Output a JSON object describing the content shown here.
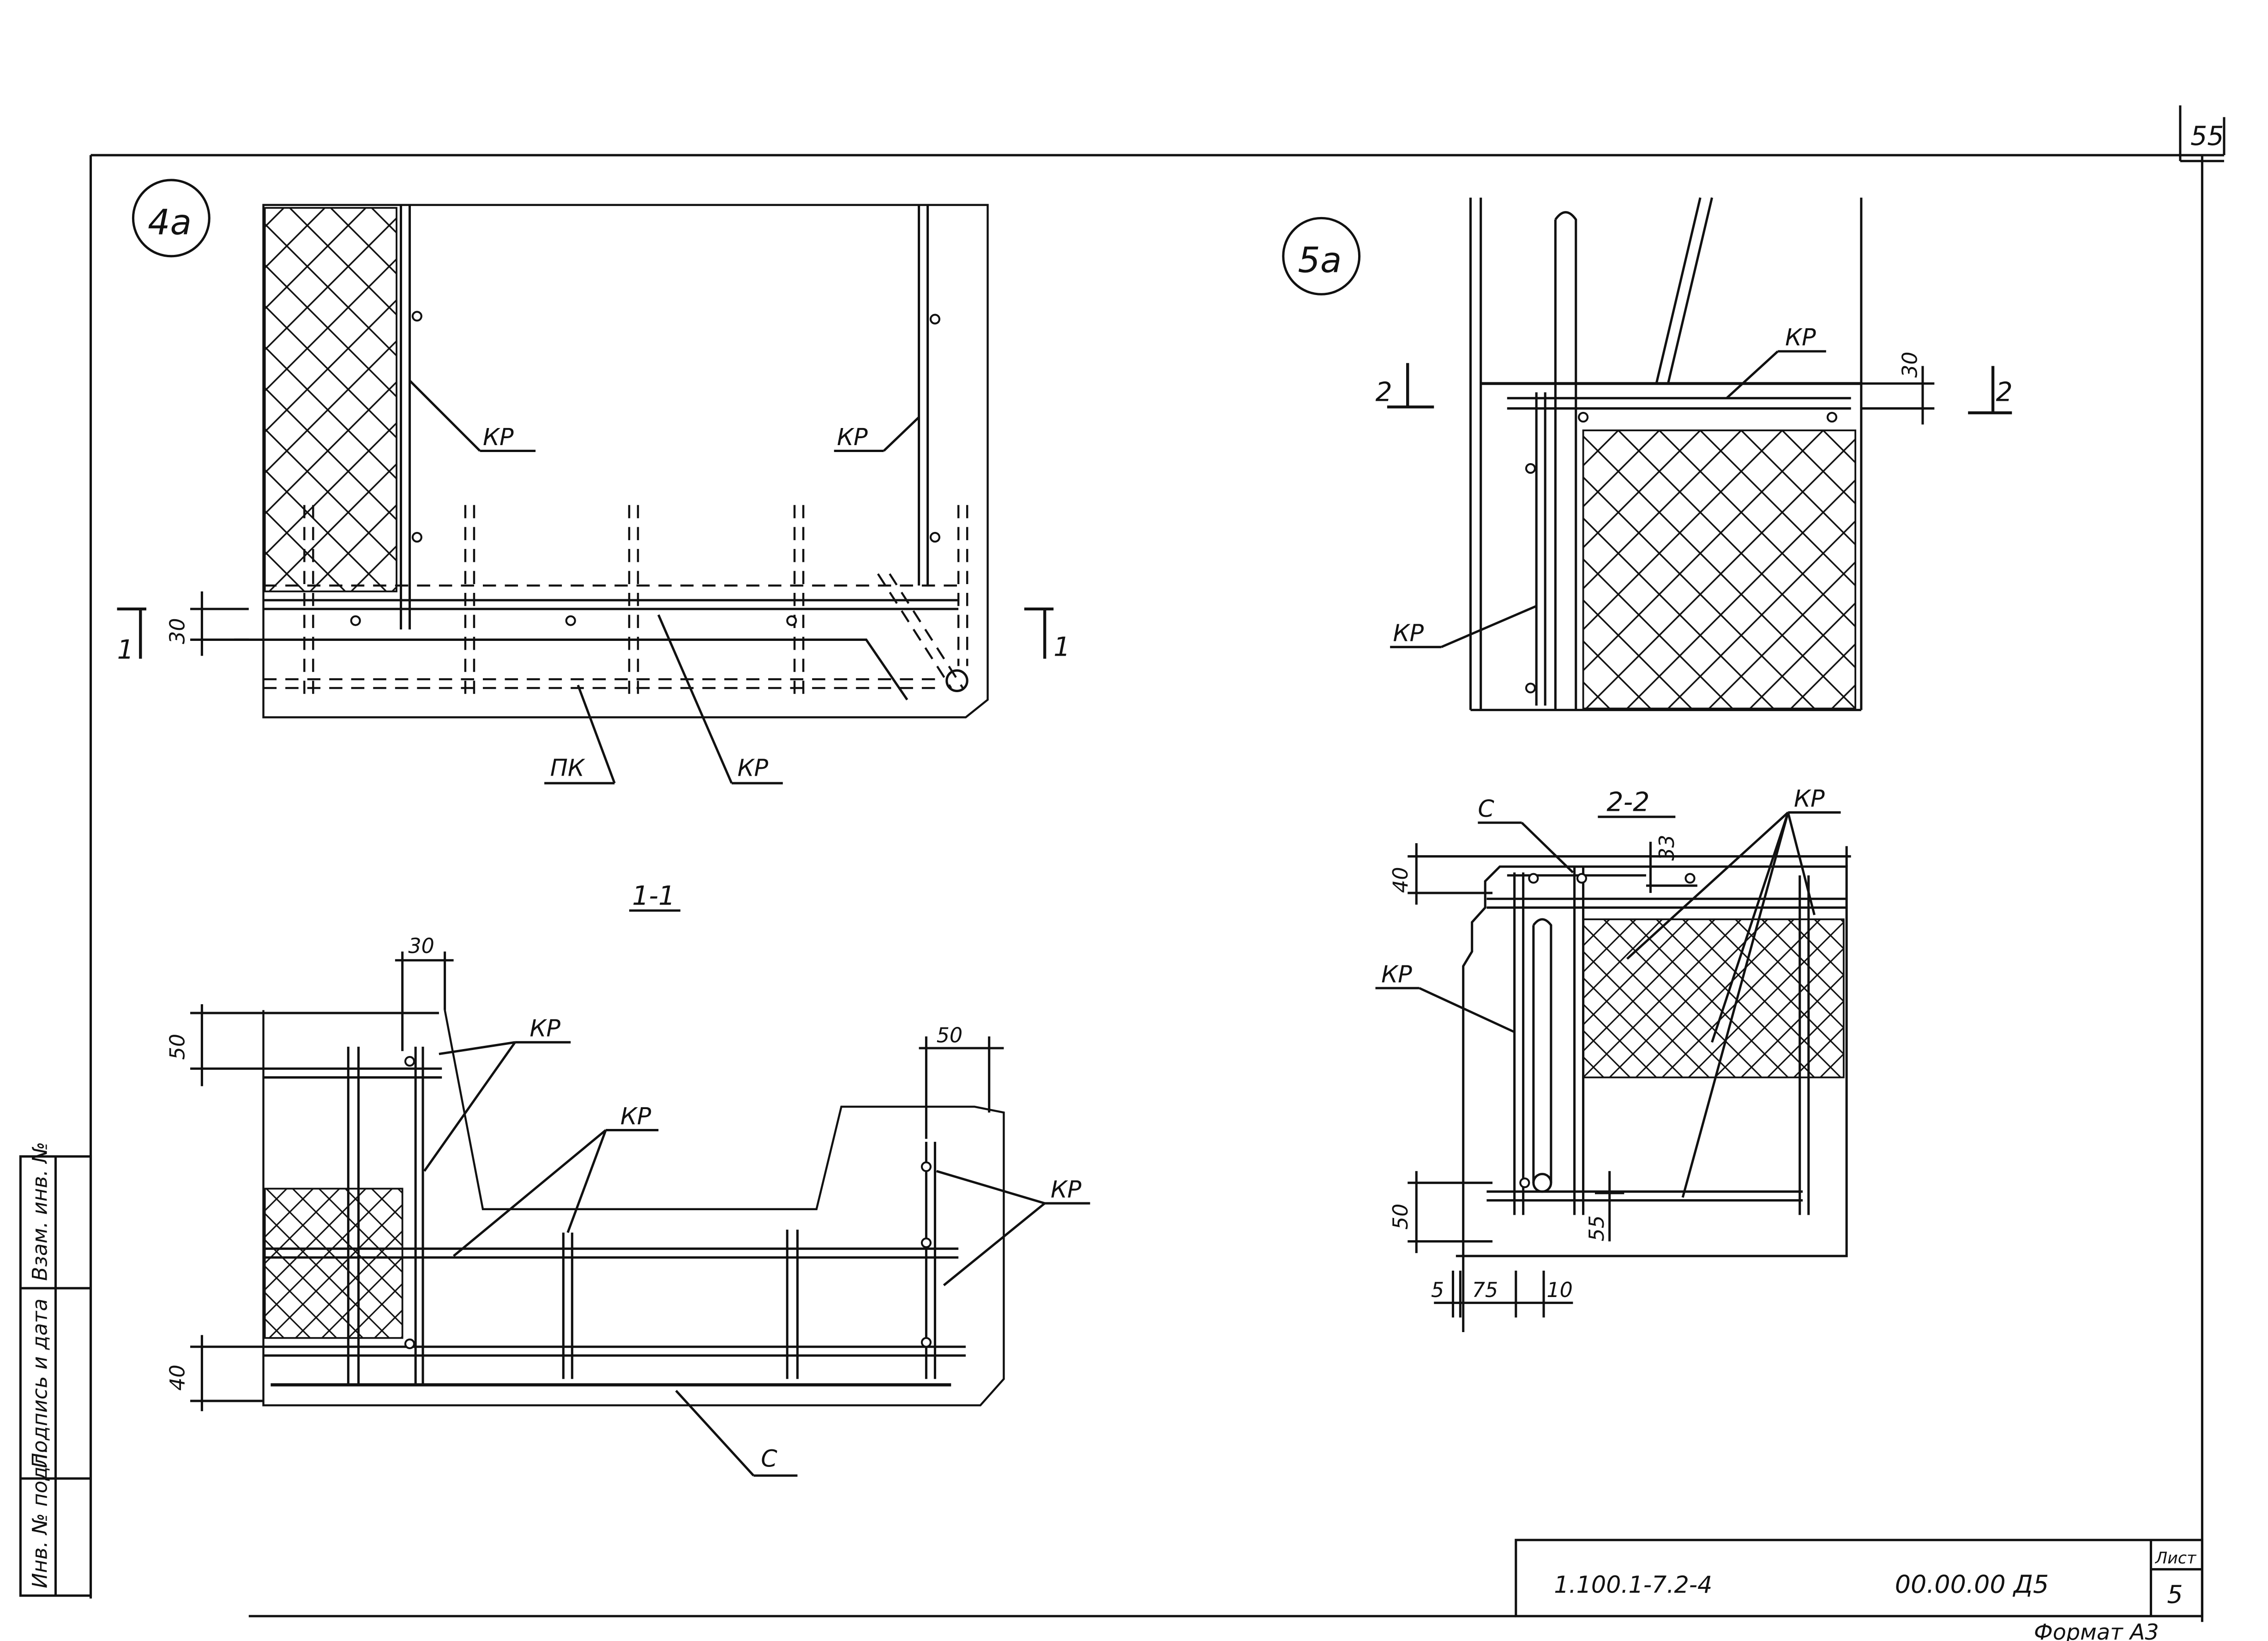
{
  "sheet": {
    "page_number": "55",
    "document_code": "1.100.1-7.2-4",
    "drawing_number": "00.00.00 Д5",
    "list_label": "Лист",
    "list_number": "5",
    "format_label": "Формат А3"
  },
  "side_stamp": {
    "cols": [
      "Инв. № подл.",
      "Подпись и дата",
      "Взам. инв. №"
    ]
  },
  "view_4a": {
    "tag": "4а",
    "labels": {
      "kr_1": "КР",
      "kr_2": "КР",
      "kr_3": "КР",
      "pk": "ПК"
    },
    "dimension": "30",
    "section_marks": [
      "1",
      "1"
    ]
  },
  "section_1_1": {
    "title": "1-1",
    "labels": {
      "kr_a": "КР",
      "kr_b": "КР",
      "kr_c": "КР",
      "c": "С"
    },
    "dimensions": {
      "top": "30",
      "right": "50",
      "left_top": "50",
      "left_bottom": "40"
    }
  },
  "view_5a": {
    "tag": "5а",
    "labels": {
      "kr_top": "КР",
      "kr_left": "КР"
    },
    "dimension": "30",
    "section_marks": [
      "2",
      "2"
    ]
  },
  "section_2_2": {
    "title": "2-2",
    "labels": {
      "c": "С",
      "kr_right": "КР",
      "kr_left": "КР"
    },
    "dimensions": {
      "top_left": "40",
      "top_small": "33",
      "bottom_left": "50",
      "bottom_small": "55",
      "b1": "5",
      "b2": "75",
      "b3": "10"
    }
  }
}
